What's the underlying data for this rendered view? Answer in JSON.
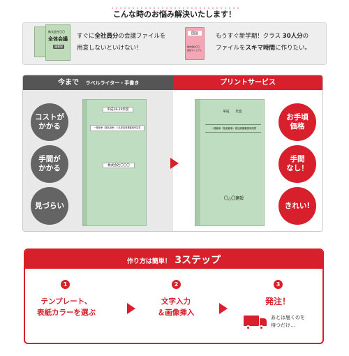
{
  "header": {
    "title": "こんな時のお悩み解決いたします！"
  },
  "issues": [
    {
      "book_lines": [
        "株式会社〇〇",
        "全体会議",
        "議事録"
      ],
      "text_line1_parts": [
        "すぐに",
        "全社員分",
        "の会議ファイルを"
      ],
      "text_line2": "用意しないといけない！"
    },
    {
      "book_lines": [
        "国語",
        "株式会社〇〇",
        "運営マニュアル"
      ],
      "text_line1_parts": [
        "もうすぐ新学期！クラス ",
        "30人分",
        "の"
      ],
      "text_line2_parts": [
        "ファイルを",
        "スキマ時間",
        "に作りたい。"
      ]
    }
  ],
  "comparison": {
    "before": {
      "title": "今まで",
      "subtitle": "ラベルライター・手書き",
      "bubbles": [
        "コストが\nかかる",
        "手間が\nかかる",
        "見づらい"
      ],
      "binder_labels": [
        "平成28-29年度",
        "一般競争（指名競争）入札参加資格審査申請書",
        "株式会社〇〇〇"
      ]
    },
    "after": {
      "title": "プリントサービス",
      "bubbles": [
        "お手頃\n価格",
        "手間\nなし！",
        "きれい!"
      ],
      "binder_labels": [
        "平成　　年度",
        "一般競争（指名競争）参加資格審査申請書",
        "〇△〇建設"
      ]
    }
  },
  "steps": {
    "title_prefix": "作り方は簡単！",
    "title_big": "3ステップ",
    "items": [
      {
        "num": "1",
        "label": "テンプレート、\n表紙カラーを選ぶ"
      },
      {
        "num": "2",
        "label": "文字入力\n＆画像挿入"
      },
      {
        "num": "3",
        "label": "発注！",
        "note": "あとは届くのを\n待つだけ…"
      }
    ]
  },
  "colors": {
    "accent": "#d8202d",
    "dark": "#555555",
    "binder_green": "#bfddc0"
  }
}
